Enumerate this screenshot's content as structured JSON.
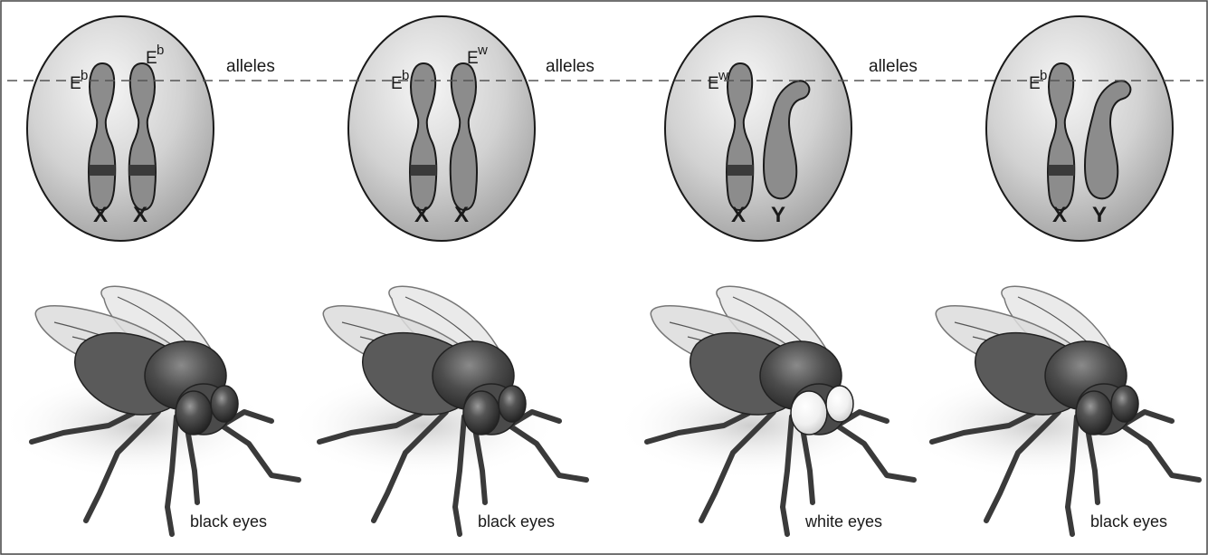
{
  "alleles_label": "alleles",
  "genotypes": [
    {
      "chromosomes": [
        {
          "label": "X",
          "allele": "E",
          "allele_sup": "b",
          "band": true
        },
        {
          "label": "X",
          "allele": "E",
          "allele_sup": "b",
          "band": true
        }
      ]
    },
    {
      "chromosomes": [
        {
          "label": "X",
          "allele": "E",
          "allele_sup": "b",
          "band": true
        },
        {
          "label": "X",
          "allele": "E",
          "allele_sup": "w",
          "band": false
        }
      ]
    },
    {
      "chromosomes": [
        {
          "label": "X",
          "allele": "E",
          "allele_sup": "w",
          "band": true
        },
        {
          "label": "Y",
          "allele": "",
          "allele_sup": "",
          "band": false
        }
      ]
    },
    {
      "chromosomes": [
        {
          "label": "X",
          "allele": "E",
          "allele_sup": "b",
          "band": true
        },
        {
          "label": "Y",
          "allele": "",
          "allele_sup": "",
          "band": false
        }
      ]
    }
  ],
  "flies": [
    {
      "caption": "black eyes",
      "eye_color": "black"
    },
    {
      "caption": "black eyes",
      "eye_color": "black"
    },
    {
      "caption": "white eyes",
      "eye_color": "white"
    },
    {
      "caption": "black eyes",
      "eye_color": "black"
    }
  ],
  "colors": {
    "cell_light": "#f4f4f4",
    "cell_dark": "#a9a9a9",
    "chromosome": "#8c8c8c",
    "band": "#3a3a3a",
    "fly_body": "#4a4a4a",
    "fly_eye_black": "#3f3f3f",
    "fly_eye_white": "#f2f2f2"
  }
}
